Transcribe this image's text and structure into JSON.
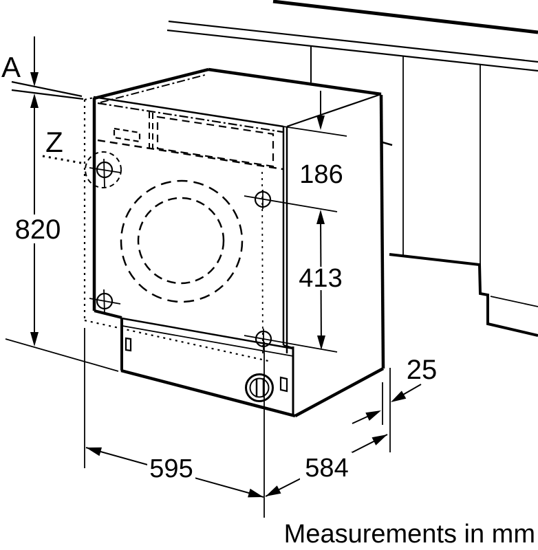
{
  "labels": {
    "worktop_thickness": "A",
    "detail_marker": "Z",
    "niche_height": "820",
    "top_clearance": "186",
    "hole_spacing": "413",
    "rear_gap": "25",
    "width": "595",
    "depth": "584"
  },
  "footer": {
    "note": "Measurements in mm"
  },
  "colors": {
    "line": "#000000",
    "background": "#ffffff"
  }
}
